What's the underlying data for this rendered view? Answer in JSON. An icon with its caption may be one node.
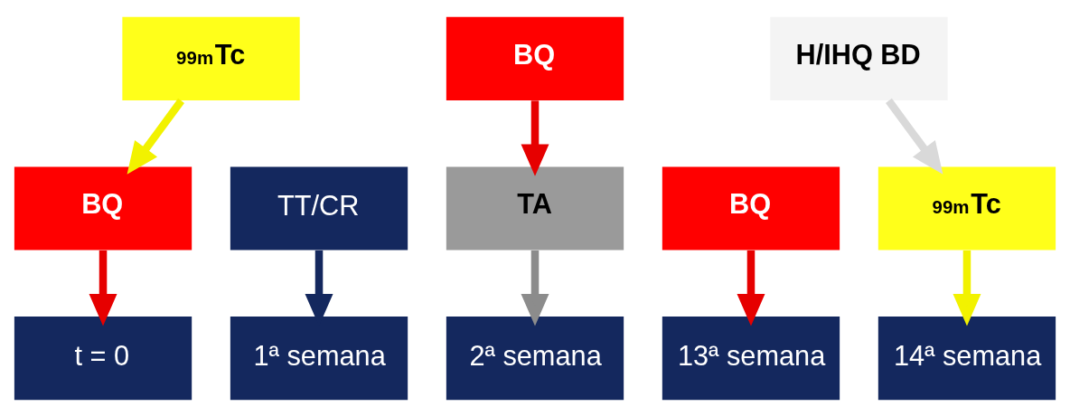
{
  "diagram": {
    "nodes": [
      {
        "text": [
          "$^{99m}$Tc"
        ]
      },
      {
        "text": [
          "BQ"
        ]
      },
      {
        "text": [
          "H/IHQ BD"
        ]
      },
      {
        "text": [
          "BQ"
        ]
      },
      {
        "text": [
          "TT/CR"
        ]
      },
      {
        "text": [
          "TA"
        ]
      },
      {
        "text": [
          "BQ"
        ]
      },
      {
        "text": [
          "$^{99m}$Tc"
        ]
      },
      {
        "text": [
          "t = 0"
        ]
      },
      {
        "text": [
          "1ª semana"
        ]
      },
      {
        "text": [
          "2ª semana"
        ]
      },
      {
        "text": [
          "13ª semana"
        ]
      },
      {
        "text": [
          "14ª semana"
        ]
      }
    ],
    "edges": [
      {
        "from": 0,
        "to": 3,
        "arrow": "to",
        "color": "#f2f200"
      },
      {
        "from": 1,
        "to": 5,
        "arrow": "to",
        "color": "#e60000"
      },
      {
        "from": 2,
        "to": 7,
        "arrow": "to",
        "color": "#d9d9d9"
      },
      {
        "from": 3,
        "to": 8,
        "arrow": "to",
        "color": "#e60000"
      },
      {
        "from": 4,
        "to": 9,
        "arrow": "to",
        "color": "#14285e"
      },
      {
        "from": 5,
        "to": 10,
        "arrow": "to",
        "color": "#8c8c8c"
      },
      {
        "from": 6,
        "to": 11,
        "arrow": "to",
        "color": "#e60000"
      },
      {
        "from": 7,
        "to": 12,
        "arrow": "to",
        "color": "#f2f200"
      }
    ]
  }
}
